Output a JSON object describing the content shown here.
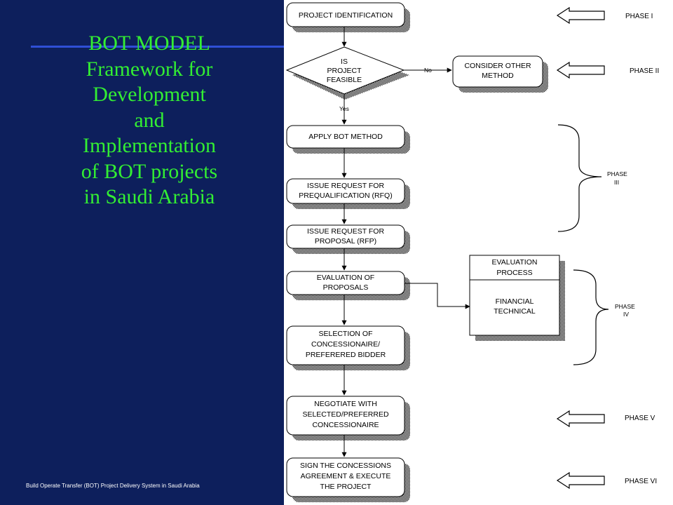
{
  "title": {
    "lines": [
      "BOT MODEL",
      "Framework for",
      "Development",
      "and",
      "Implementation",
      "of BOT projects",
      "in Saudi Arabia"
    ]
  },
  "footer": "Build Operate Transfer (BOT) Project Delivery System in Saudi Arabia",
  "flow": {
    "project_identification": "PROJECT IDENTIFICATION",
    "feasible": [
      "IS",
      "PROJECT",
      "FEASIBLE"
    ],
    "no_label": "No",
    "yes_label": "Yes",
    "consider_other": [
      "CONSIDER OTHER",
      "METHOD"
    ],
    "apply_bot": "APPLY BOT METHOD",
    "rfq": [
      "ISSUE REQUEST FOR",
      "PREQUALIFICATION (RFQ)"
    ],
    "rfp": [
      "ISSUE REQUEST FOR",
      "PROPOSAL (RFP)"
    ],
    "evaluation_of_proposals": [
      "EVALUATION OF",
      "PROPOSALS"
    ],
    "evaluation_process": [
      "EVALUATION",
      "PROCESS"
    ],
    "evaluation_criteria": [
      "FINANCIAL",
      "TECHNICAL"
    ],
    "selection": [
      "SELECTION OF",
      "CONCESSIONAIRE/",
      "PREFERERED BIDDER"
    ],
    "negotiate": [
      "NEGOTIATE WITH",
      "SELECTED/PREFERRED",
      "CONCESSIONAIRE"
    ],
    "sign": [
      "SIGN THE CONCESSIONS",
      "AGREEMENT & EXECUTE",
      "THE PROJECT"
    ]
  },
  "phases": {
    "phase_1": "PHASE I",
    "phase_2": "PHASE II",
    "phase_3": [
      "PHASE",
      "III"
    ],
    "phase_4": [
      "PHASE",
      "IV"
    ],
    "phase_5": "PHASE V",
    "phase_6": "PHASE VI"
  }
}
